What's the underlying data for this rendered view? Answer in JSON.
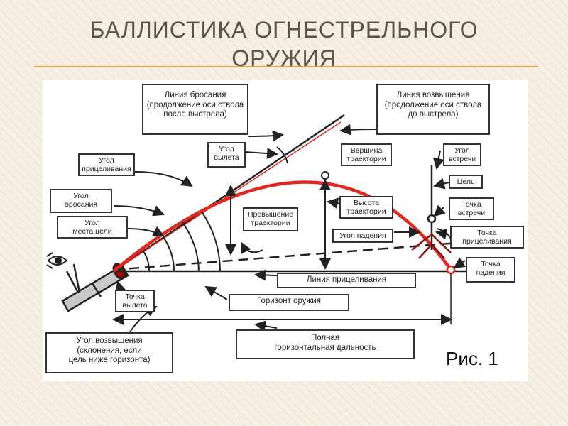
{
  "slide": {
    "title": "БАЛЛИСТИКА ОГНЕСТРЕЛЬНОГО\nОРУЖИЯ",
    "accent_color": "#d9a441",
    "title_color": "#5b5248"
  },
  "figure": {
    "caption": "Рис. 1",
    "colors": {
      "trajectory": "#e0281f",
      "lines": "#222222"
    },
    "labels": {
      "throw_line": "Линия бросания\n(продолжение оси ствола\nпосле выстрела)",
      "elevation_line": "Линия возвышения\n(продолжение оси ствола\nдо выстрела)",
      "departure_angle": "Угол\nвылета",
      "apex": "Вершина\nтраектории",
      "meeting_angle": "Угол\nвстречи",
      "target": "Цель",
      "aim_angle": "Угол\nприцеливания",
      "throw_angle": "Угол\nбросания",
      "site_angle": "Угол\nместа цели",
      "excess": "Превышение\nтраектории",
      "height": "Высота\nтраектории",
      "meeting_point": "Точка\nвстречи",
      "fall_angle": "Угол падения",
      "aim_point": "Точка\nприцеливания",
      "fall_point": "Точка\nпадения",
      "sight_line": "Линия прицеливания",
      "departure_point": "Точка\nвылета",
      "weapon_horizon": "Горизонт оружия",
      "elevation_angle": "Угол возвышения\n(склонения, если\nцель ниже горизонта)",
      "full_range": "Полная\nгоризонтальная дальность"
    }
  }
}
